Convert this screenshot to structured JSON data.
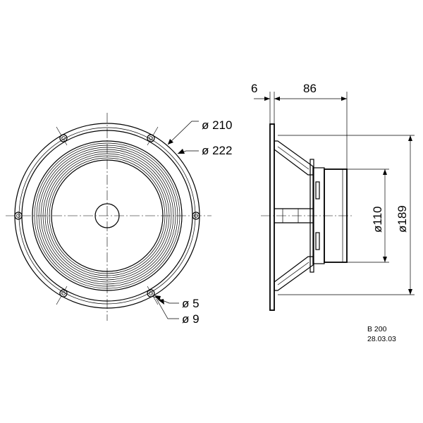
{
  "front_view": {
    "labels": {
      "outer_hole_circle": "ø 210",
      "outer_diameter": "ø 222",
      "hole_diameter": "ø 5",
      "hole_head_diameter": "ø 9"
    }
  },
  "side_view": {
    "labels": {
      "flange_thickness": "6",
      "mounting_depth": "86",
      "magnet_diameter": "ø110",
      "baffle_cutout": "ø189"
    }
  },
  "title_block": {
    "model": "B 200",
    "date": "28.03.03"
  }
}
